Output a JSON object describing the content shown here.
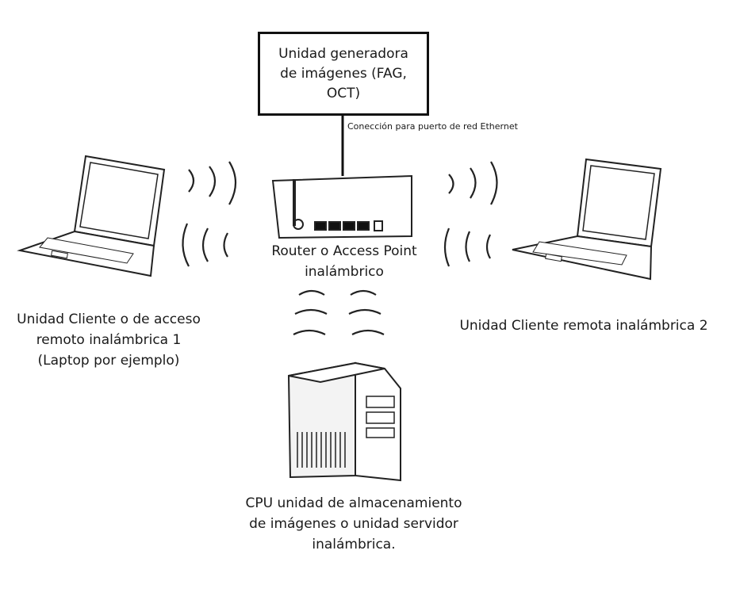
{
  "nodes": {
    "image_unit": {
      "lines": [
        "Unidad generadora",
        "de imágenes (FAG,",
        "OCT)"
      ]
    },
    "router": {
      "lines": [
        "Router o Access Point",
        "inalámbrico"
      ]
    },
    "client1": {
      "lines": [
        "Unidad Cliente o de acceso",
        "remoto inalámbrica 1",
        "(Laptop por ejemplo)"
      ]
    },
    "client2": {
      "lines": [
        "Unidad Cliente remota inalámbrica 2"
      ]
    },
    "server": {
      "lines": [
        "CPU unidad de almacenamiento",
        "de imágenes o unidad servidor",
        "inalámbrica."
      ]
    }
  },
  "edges": {
    "ethernet": {
      "label": "Conección para puerto de red  Ethernet"
    }
  },
  "icons": [
    "laptop-icon",
    "router-icon",
    "server-tower-icon",
    "wireless-waves-icon"
  ],
  "colors": {
    "stroke": "#1a1a1a",
    "background": "#ffffff"
  }
}
